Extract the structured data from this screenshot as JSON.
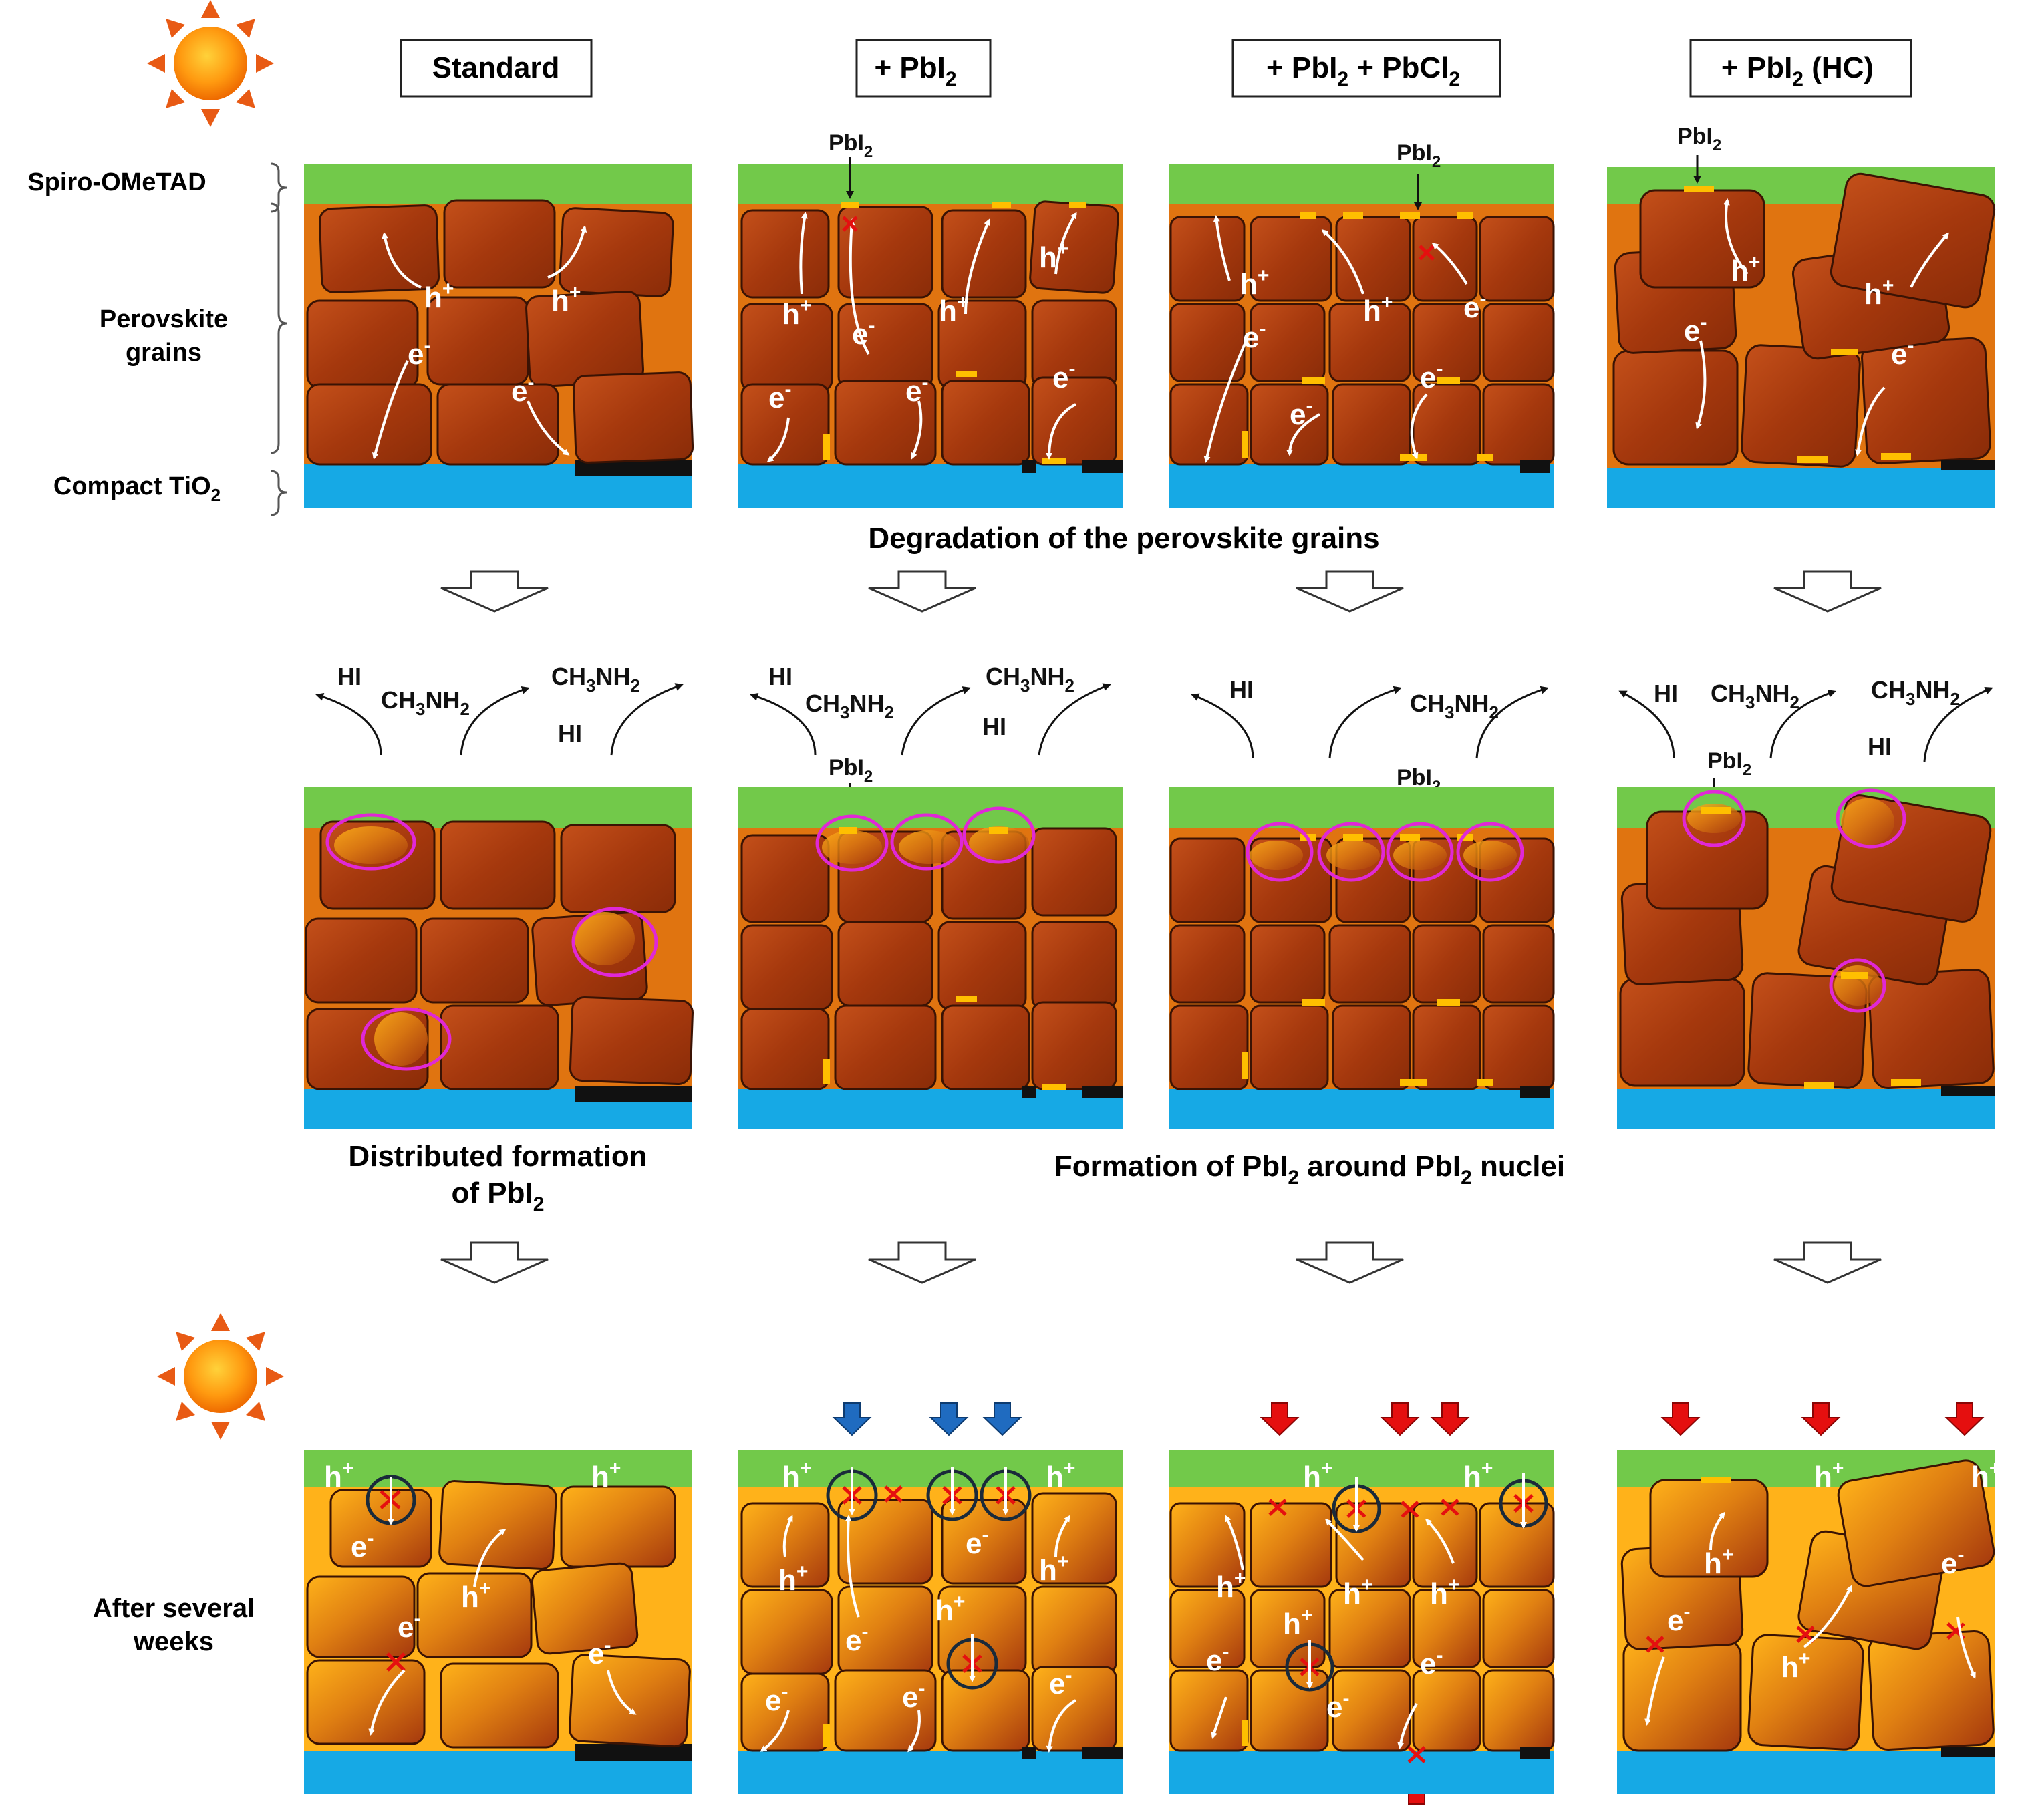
{
  "columns": [
    {
      "title": "Standard"
    },
    {
      "title": "+ PbI",
      "sub": "2"
    },
    {
      "title": "+ PbI",
      "sub": "2",
      "tail": " + PbCl",
      "sub2": "2"
    },
    {
      "title": "+ PbI",
      "sub": "2",
      "tail": " (HC)"
    }
  ],
  "layer_labels": {
    "spiro": "Spiro-OMeTAD",
    "perovskite_line1": "Perovskite",
    "perovskite_line2": "grains",
    "tio2": "Compact TiO",
    "tio2_sub": "2"
  },
  "captions": {
    "degradation": "Degradation of the perovskite grains",
    "distributed_line1": "Distributed formation",
    "distributed_line2_prefix": "of PbI",
    "distributed_sub": "2",
    "nuclei_a": "Formation of PbI",
    "nuclei_b": " around PbI",
    "nuclei_c": " nuclei",
    "nuclei_sub": "2",
    "after_line1": "After several",
    "after_line2": "weeks"
  },
  "species": {
    "hi": "HI",
    "ch3nh2_a": "CH",
    "ch3nh2_s1": "3",
    "ch3nh2_b": "NH",
    "ch3nh2_s2": "2",
    "pbi2": "PbI",
    "pbi2_sub": "2"
  },
  "carriers": {
    "hole": "h",
    "hole_sup": "+",
    "electron": "e",
    "electron_sup": "-"
  },
  "colors": {
    "spiro": "#72c94a",
    "perovskite_bg": "#e07410",
    "grain": "#a5380d",
    "grain_edge": "#3a1304",
    "degraded_bg": "#ffb21a",
    "tio2": "#16a9e5",
    "pbi2": "#ffbf00",
    "circle_mark": "#e028d6",
    "blue_arrow": "#1f6bc0",
    "red_arrow": "#e50f0f",
    "cross": "#e50f0f"
  }
}
